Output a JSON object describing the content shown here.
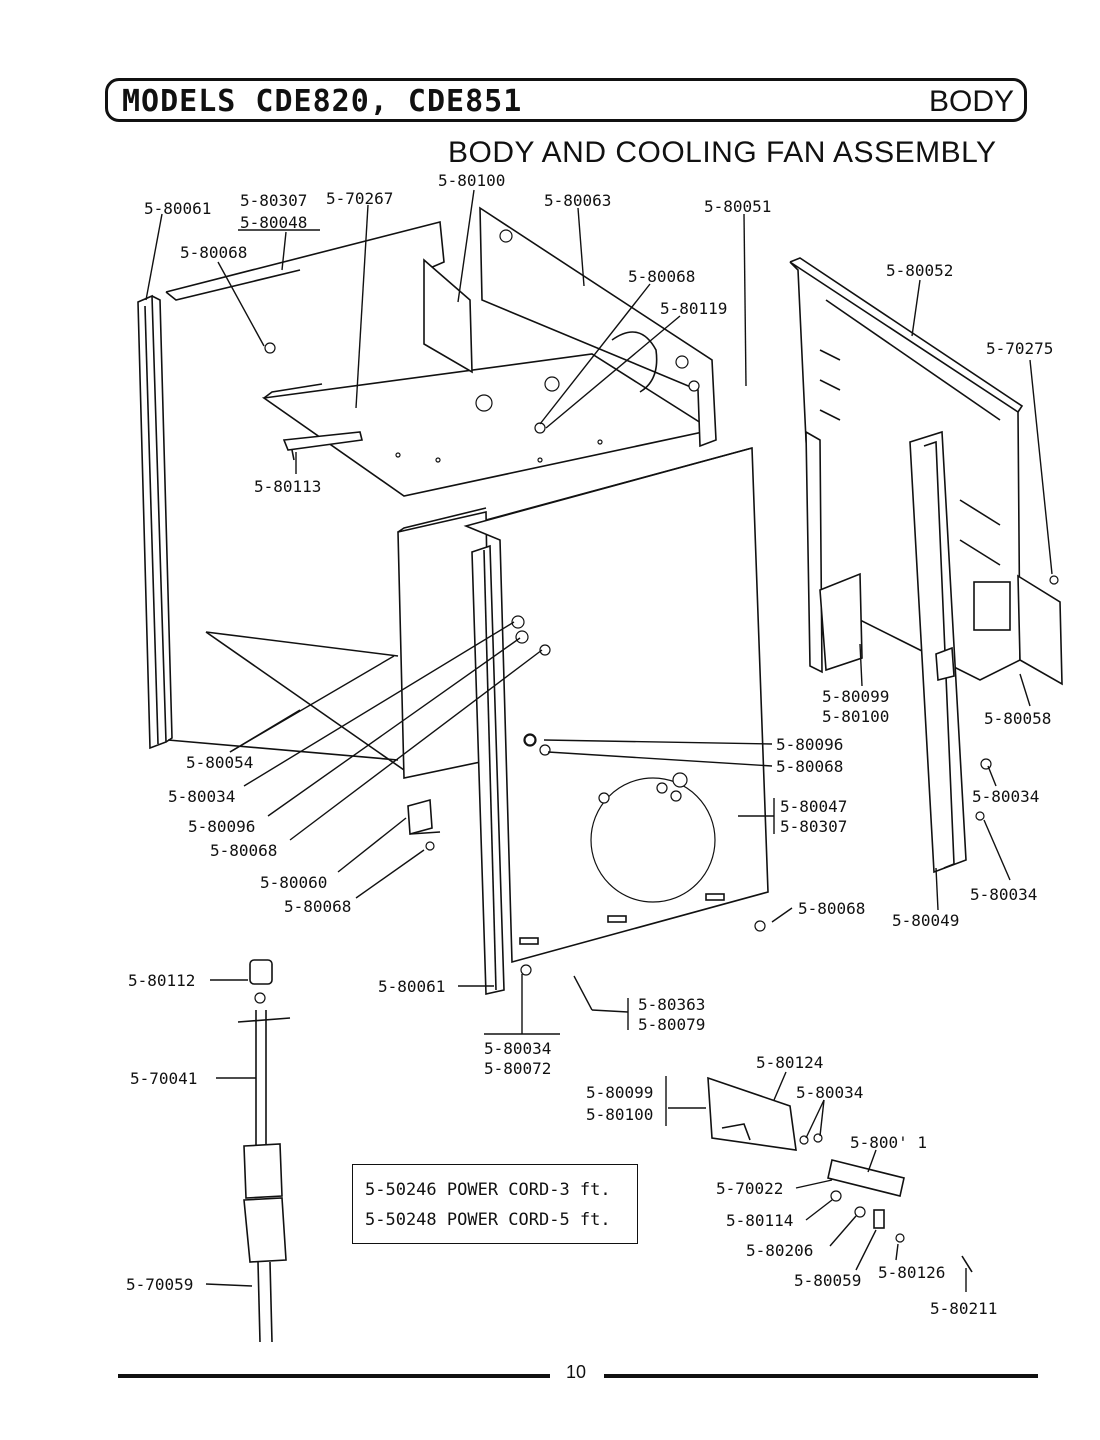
{
  "header": {
    "models_title": "MODELS CDE820, CDE851",
    "section": "BODY"
  },
  "subtitle": "BODY AND COOLING FAN ASSEMBLY",
  "labels": {
    "l_80061_top": "5-80061",
    "l_80307_top": "5-80307",
    "l_80048_top": "5-80048",
    "l_70267": "5-70267",
    "l_80100_top": "5-80100",
    "l_80063": "5-80063",
    "l_80051": "5-80051",
    "l_80068_left": "5-80068",
    "l_80068_mid": "5-80068",
    "l_80119": "5-80119",
    "l_80052": "5-80052",
    "l_70275": "5-70275",
    "l_80113": "5-80113",
    "l_80099_a": "5-80099",
    "l_80100_a": "5-80100",
    "l_80058": "5-80058",
    "l_80096_r": "5-80096",
    "l_80068_r": "5-80068",
    "l_80054": "5-80054",
    "l_80034_l": "5-80034",
    "l_80096_l": "5-80096",
    "l_80068_l2": "5-80068",
    "l_80047": "5-80047",
    "l_80307_mid": "5-80307",
    "l_80034_r1": "5-80034",
    "l_80034_r2": "5-80034",
    "l_80060": "5-80060",
    "l_80068_l3": "5-80068",
    "l_80068_bot": "5-80068",
    "l_80049": "5-80049",
    "l_80112": "5-80112",
    "l_80061_bot": "5-80061",
    "l_80363": "5-80363",
    "l_80079": "5-80079",
    "l_80034_bot": "5-80034",
    "l_80072": "5-80072",
    "l_70041": "5-70041",
    "l_80124": "5-80124",
    "l_80099_b": "5-80099",
    "l_80100_b": "5-80100",
    "l_80034_fan": "5-80034",
    "l_80001": "5-800' 1",
    "l_70022": "5-70022",
    "l_80114": "5-80114",
    "l_80206": "5-80206",
    "l_80059": "5-80059",
    "l_80126": "5-80126",
    "l_80211": "5-80211",
    "l_70059": "5-70059"
  },
  "power_cords": [
    "5-50246 POWER CORD-3 ft.",
    "5-50248 POWER CORD-5 ft."
  ],
  "page_number": "10"
}
